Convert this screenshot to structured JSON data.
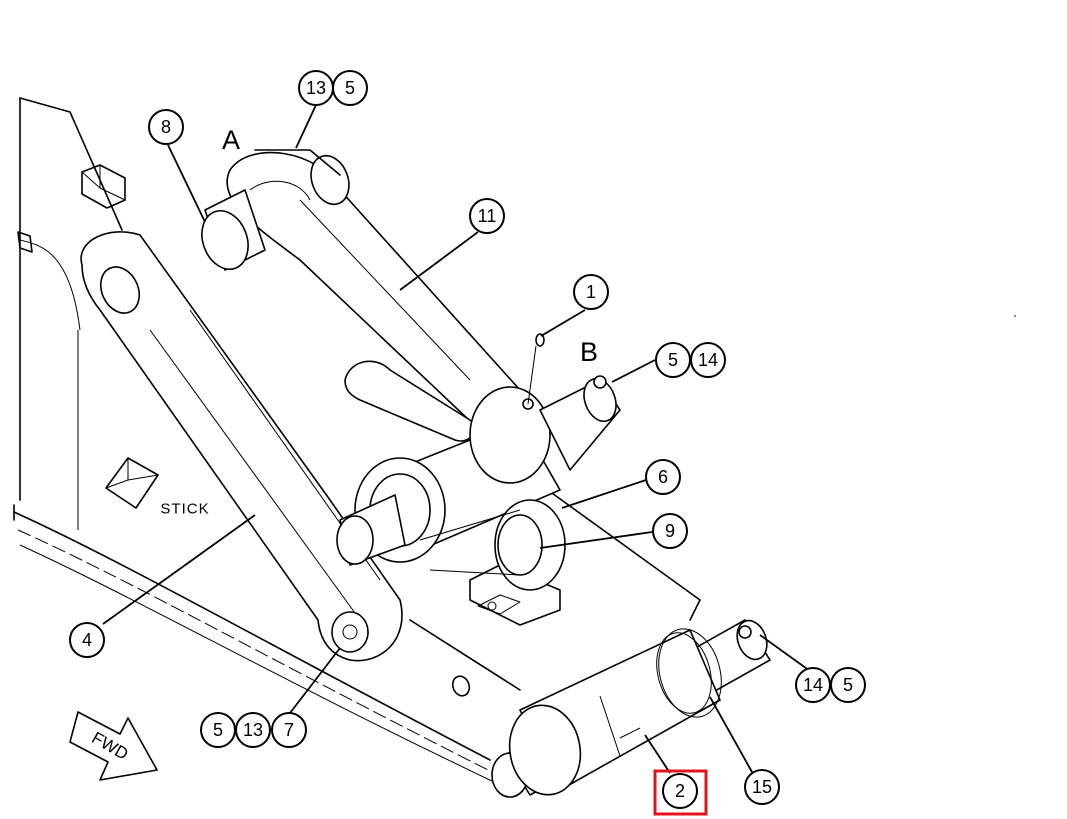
{
  "view_labels": [
    "A",
    "B"
  ],
  "part_label": "STICK",
  "direction_label": "FWD",
  "callouts": [
    {
      "text": "13"
    },
    {
      "text": "5"
    },
    {
      "text": "8"
    },
    {
      "text": "11"
    },
    {
      "text": "1"
    },
    {
      "text": "5"
    },
    {
      "text": "14"
    },
    {
      "text": "6"
    },
    {
      "text": "9"
    },
    {
      "text": "4"
    },
    {
      "text": "14"
    },
    {
      "text": "5"
    },
    {
      "text": "5"
    },
    {
      "text": "13"
    },
    {
      "text": "7"
    },
    {
      "text": "2"
    },
    {
      "text": "15"
    }
  ],
  "highlight": {
    "callout_text": "2",
    "color": "#e0141e"
  }
}
